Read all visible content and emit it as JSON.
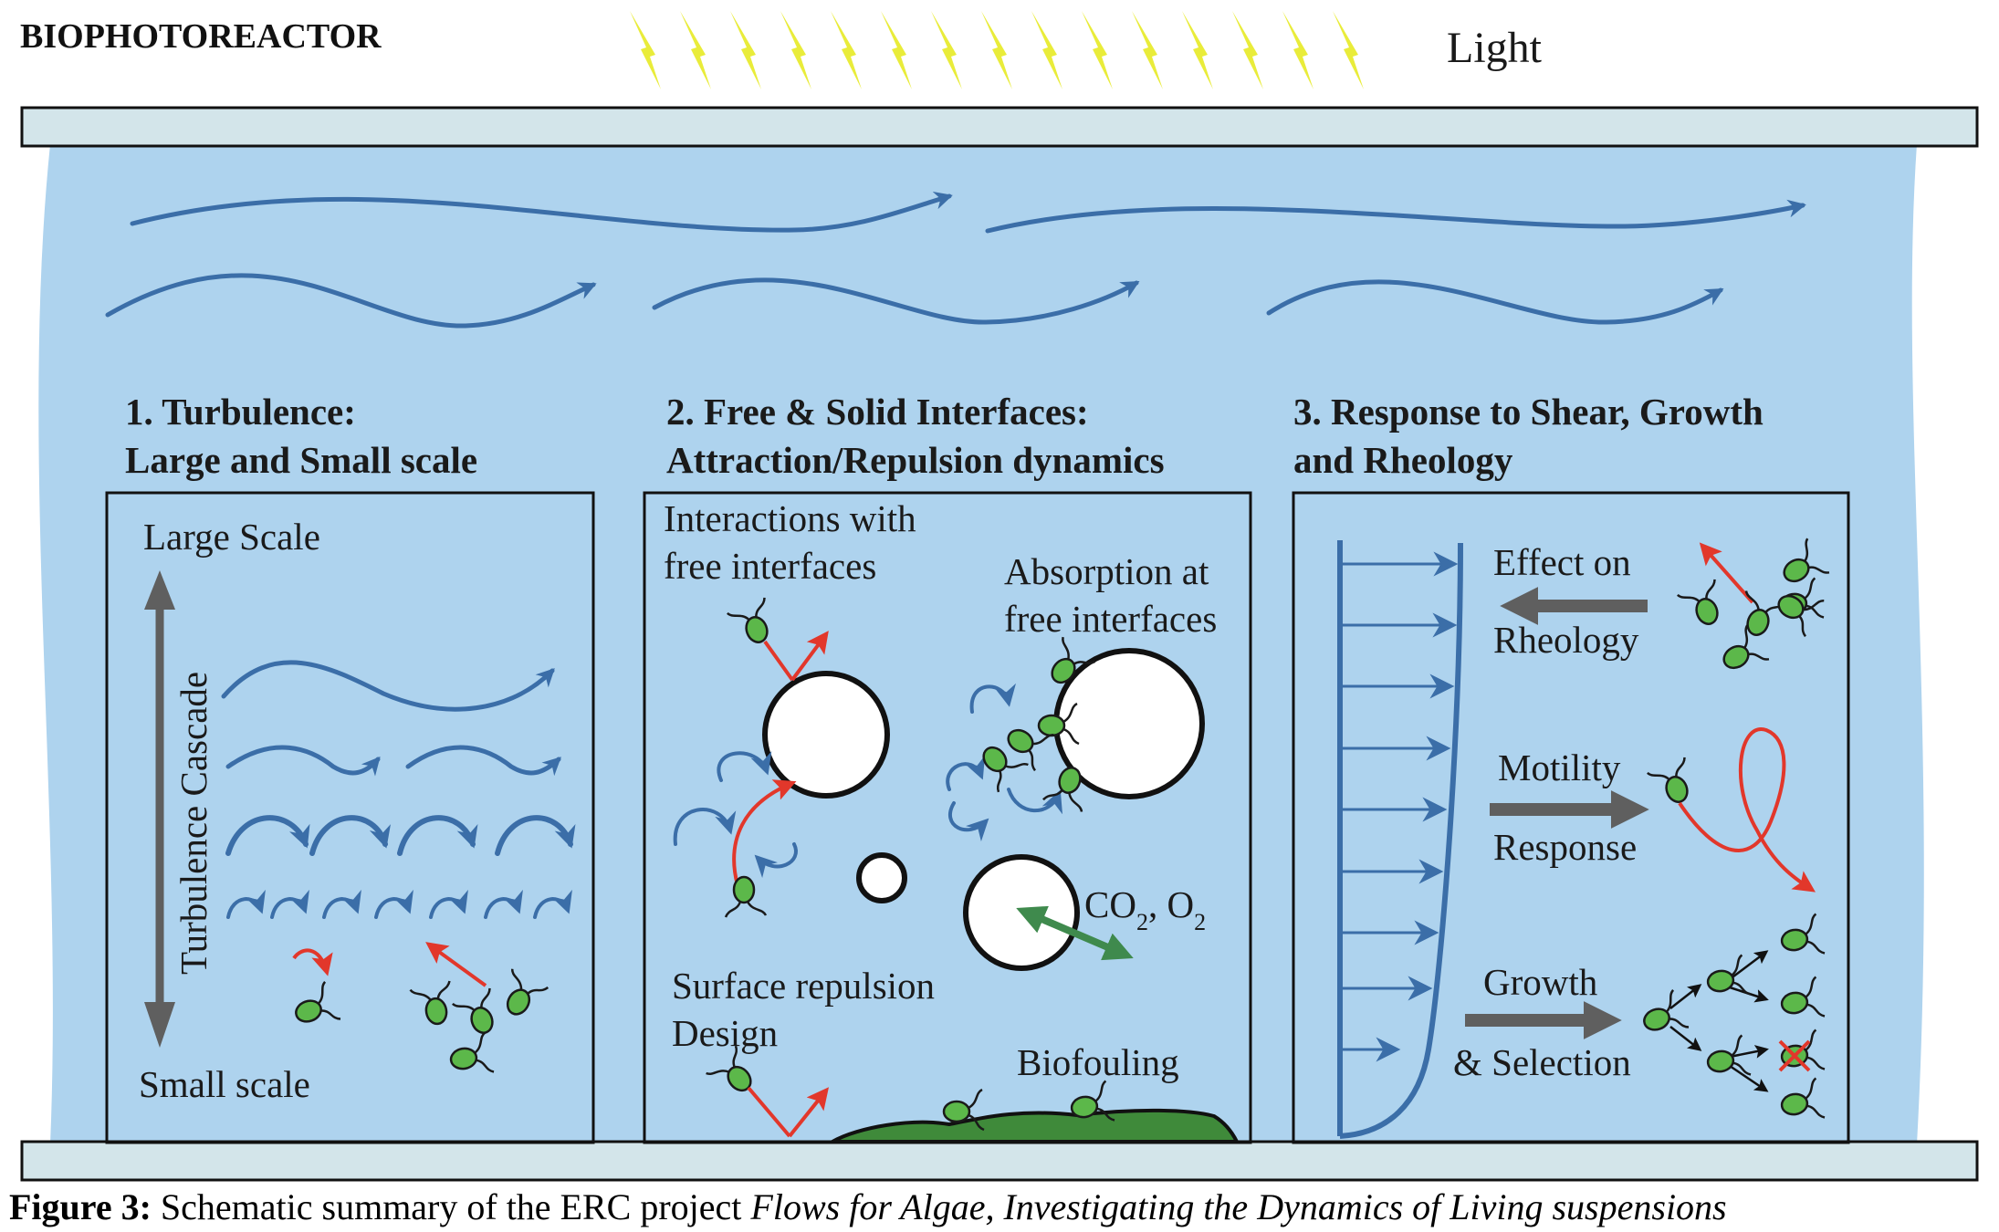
{
  "header": {
    "title": "BIOPHOTOREACTOR",
    "light_label": "Light"
  },
  "sections": [
    {
      "heading_line1": "1. Turbulence:",
      "heading_line2": "Large and Small scale"
    },
    {
      "heading_line1": "2. Free & Solid Interfaces:",
      "heading_line2": "Attraction/Repulsion dynamics"
    },
    {
      "heading_line1": "3. Response to Shear, Growth",
      "heading_line2": "and Rheology"
    }
  ],
  "panel1": {
    "large_scale": "Large Scale",
    "small_scale": "Small scale",
    "cascade_label": "Turbulence Cascade"
  },
  "panel2": {
    "interactions_line1": "Interactions with",
    "interactions_line2": "free interfaces",
    "absorption_line1": "Absorption at",
    "absorption_line2": "free interfaces",
    "gas_co": "CO",
    "gas_sub1": "2",
    "gas_mid": ", O",
    "gas_sub2": "2",
    "surface_line1": "Surface repulsion",
    "surface_line2": "Design",
    "biofouling": "Biofouling"
  },
  "panel3": {
    "effect_line1": "Effect on",
    "effect_line2": "Rheology",
    "motility_line1": "Motility",
    "motility_line2": "Response",
    "growth_line1": "Growth",
    "growth_line2": "& Selection"
  },
  "caption": {
    "label": "Figure 3:",
    "text": " Schematic summary of the ERC project ",
    "italic": "Flows for Algae, Investigating the Dynamics of Living suspensions"
  },
  "colors": {
    "water": "#aed3ee",
    "glass": "#d3e5ea",
    "flow_arrow": "#3b6ea8",
    "cell_green": "#5cb84a",
    "red_arrow": "#e2372b",
    "grey_arrow": "#5f5f5f",
    "gas_arrow": "#3f8a4d",
    "light_ray": "#e9ec3a",
    "biofilm": "#3f8a3a"
  }
}
